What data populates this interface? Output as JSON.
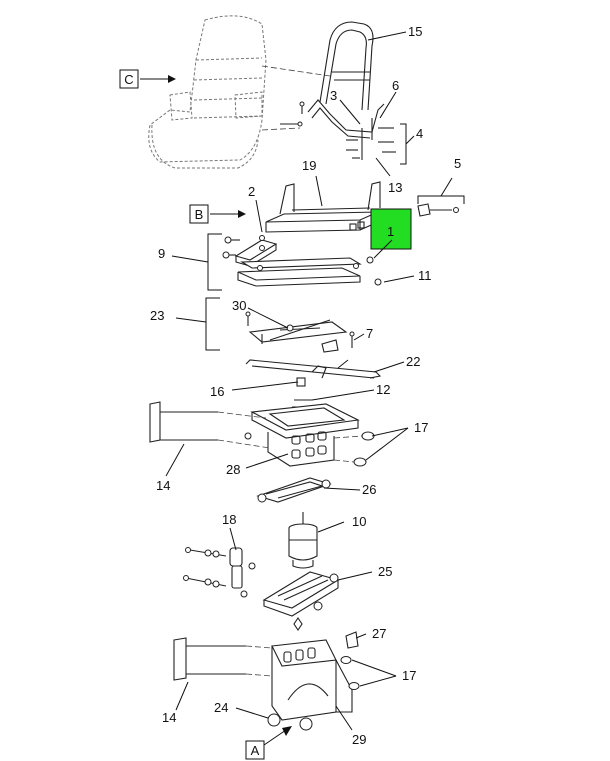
{
  "callouts": {
    "c1": "1",
    "c2": "2",
    "c3": "3",
    "c4": "4",
    "c5": "5",
    "c6": "6",
    "c7": "7",
    "c9": "9",
    "c10": "10",
    "c11": "11",
    "c12": "12",
    "c13": "13",
    "c14a": "14",
    "c14b": "14",
    "c15": "15",
    "c16": "16",
    "c17a": "17",
    "c17b": "17",
    "c18": "18",
    "c19": "19",
    "c22": "22",
    "c23": "23",
    "c24": "24",
    "c25": "25",
    "c26": "26",
    "c27": "27",
    "c28": "28",
    "c29": "29",
    "c30": "30"
  },
  "view_labels": {
    "a": "A",
    "b": "B",
    "c": "C"
  },
  "colors": {
    "highlight": "#22dd22",
    "line": "#222222"
  }
}
